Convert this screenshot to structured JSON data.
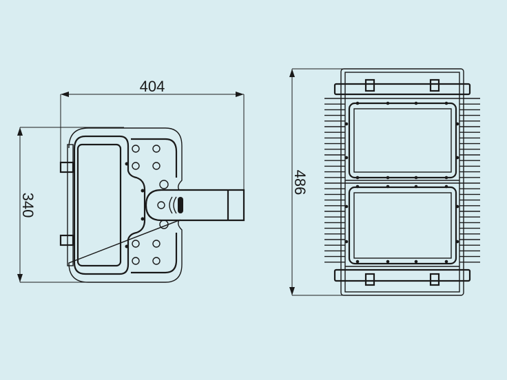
{
  "dimensions": {
    "width": "404",
    "height": "340",
    "length": "486"
  },
  "colors": {
    "background": "#d9edf1",
    "line": "#1a1a1a"
  }
}
